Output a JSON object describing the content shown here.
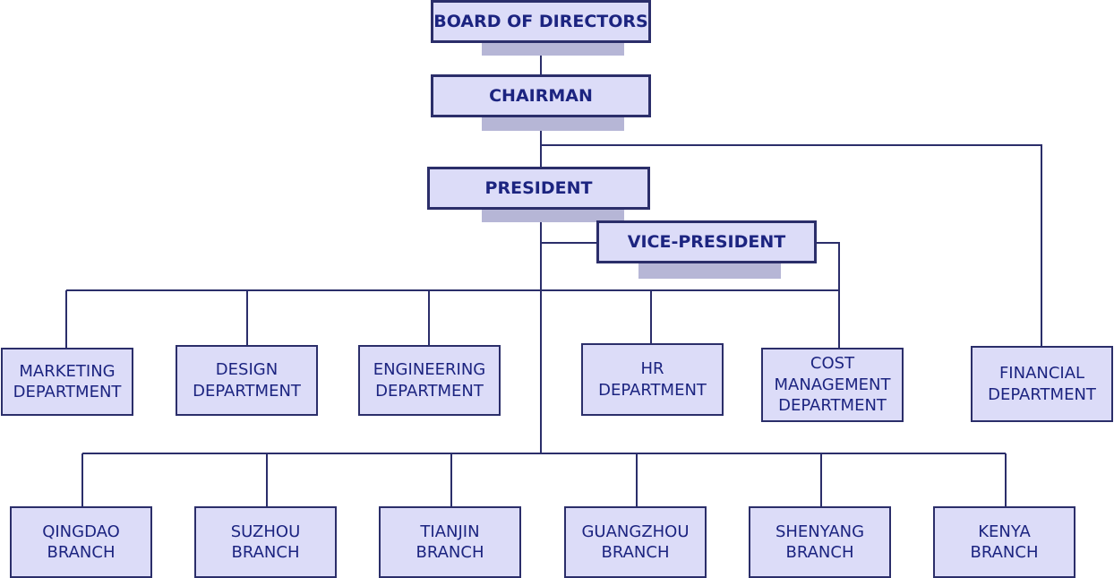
{
  "colors": {
    "box_fill": "#dcdcf8",
    "box_border": "#2b2e6a",
    "text": "#1c2480",
    "shadow": "#b6b6d6",
    "connector": "#2b2e6a"
  },
  "executives": {
    "board": "BOARD OF DIRECTORS",
    "chairman": "CHAIRMAN",
    "president": "PRESIDENT",
    "vice_president": "VICE-PRESIDENT"
  },
  "departments": {
    "marketing": "MARKETING\nDEPARTMENT",
    "design": "DESIGN\nDEPARTMENT",
    "engineering": "ENGINEERING\nDEPARTMENT",
    "hr": "HR DEPARTMENT",
    "cost_management": "COST\nMANAGEMENT\nDEPARTMENT",
    "financial": "FINANCIAL\nDEPARTMENT"
  },
  "branches": {
    "qingdao": "QINGDAO\nBRANCH",
    "suzhou": "SUZHOU\nBRANCH",
    "tianjin": "TIANJIN\nBRANCH",
    "guangzhou": "GUANGZHOU\nBRANCH",
    "shenyang": "SHENYANG\nBRANCH",
    "kenya": "KENYA\nBRANCH"
  }
}
